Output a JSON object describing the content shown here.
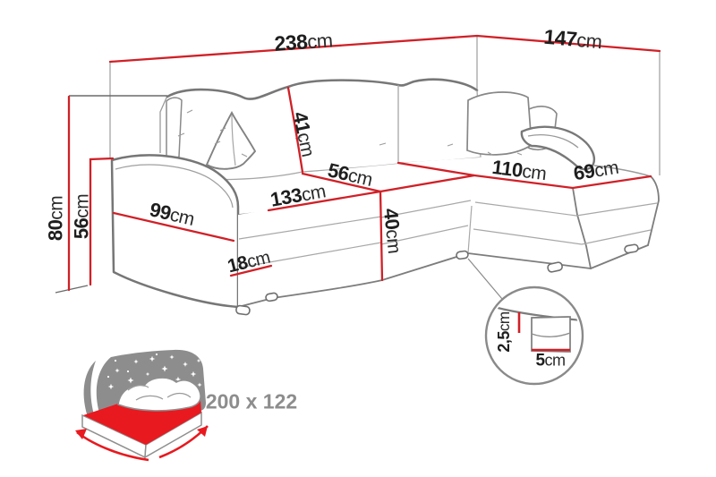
{
  "diagram": {
    "title": "corner-sofa-dimension-diagram",
    "dims": {
      "total_width": {
        "value": "238",
        "unit": "cm"
      },
      "chaise_depth": {
        "value": "147",
        "unit": "cm"
      },
      "total_height": {
        "value": "80",
        "unit": "cm"
      },
      "arm_height": {
        "value": "56",
        "unit": "cm"
      },
      "side_depth": {
        "value": "99",
        "unit": "cm"
      },
      "back_cushion_height": {
        "value": "41",
        "unit": "cm"
      },
      "seat_depth": {
        "value": "56",
        "unit": "cm"
      },
      "seat_width": {
        "value": "133",
        "unit": "cm"
      },
      "seat_height": {
        "value": "40",
        "unit": "cm"
      },
      "base_height": {
        "value": "18",
        "unit": "cm"
      },
      "chaise_length": {
        "value": "110",
        "unit": "cm"
      },
      "chaise_end_width": {
        "value": "69",
        "unit": "cm"
      },
      "leg_height": {
        "value": "2,5",
        "unit": "cm"
      },
      "leg_width": {
        "value": "5",
        "unit": "cm"
      }
    },
    "bed": {
      "sleeping_area": "200 x 122"
    },
    "colors": {
      "dimension_red": "#d02027",
      "outline_gray": "#7d7d7d",
      "icon_gray": "#8d8d8d",
      "text_black": "#1e1e1e"
    }
  }
}
